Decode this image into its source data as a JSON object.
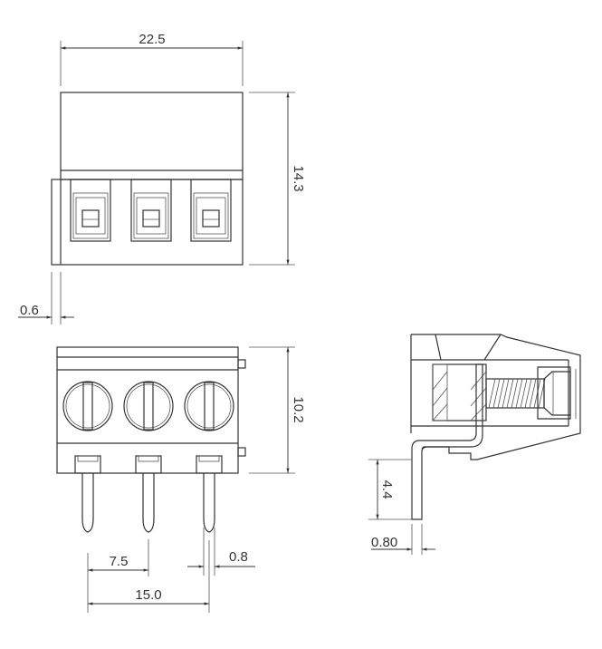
{
  "dimensions": {
    "top_width": "22.5",
    "top_height": "14.3",
    "offset": "0.6",
    "front_height": "10.2",
    "pitch": "7.5",
    "pin_span": "15.0",
    "pin_width": "0.8",
    "side_pin_length": "4.4",
    "side_pin_width": "0.80"
  },
  "positions": 3,
  "line_color": "#333333"
}
